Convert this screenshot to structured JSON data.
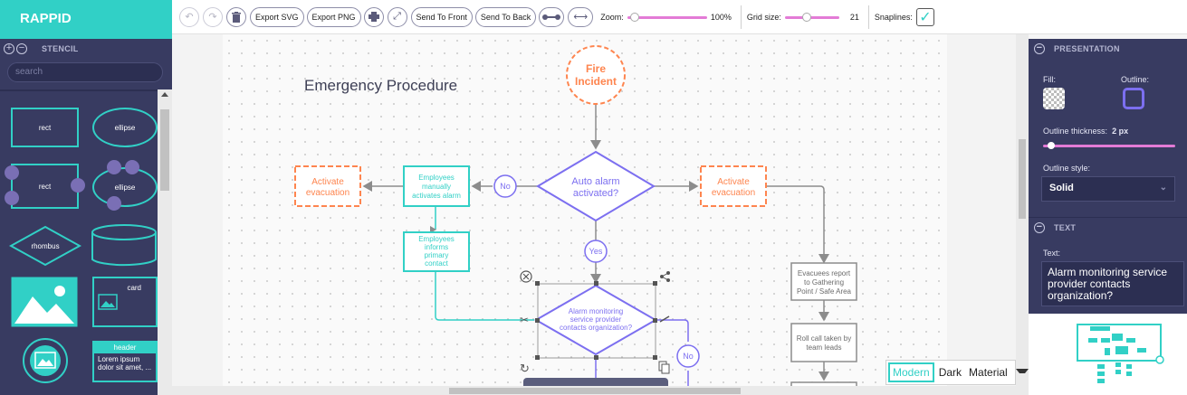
{
  "app": {
    "title": "RAPPID"
  },
  "stencil": {
    "title": "STENCIL",
    "search_placeholder": "search",
    "shapes": {
      "rect": "rect",
      "ellipse": "ellipse",
      "rect2": "rect",
      "ellipse2": "ellipse",
      "rhombus": "rhombus",
      "card": "card",
      "header": "header",
      "header_body": "Lorem ipsum dolor sit amet, ..."
    }
  },
  "toolbar": {
    "export_svg": "Export SVG",
    "export_png": "Export PNG",
    "send_front": "Send To Front",
    "send_back": "Send To Back",
    "zoom_label": "Zoom:",
    "zoom_value": "100%",
    "zoom_level": 0.04,
    "grid_label": "Grid size:",
    "grid_value": "21",
    "grid_level": 0.38,
    "snaplines_label": "Snaplines:",
    "snaplines_checked": true
  },
  "diagram": {
    "title": "Emergency Procedure",
    "fire": [
      "Fire",
      "Incident"
    ],
    "auto_alarm": [
      "Auto alarm",
      "activated?"
    ],
    "activate_left": [
      "Activate",
      "evacuation"
    ],
    "activate_right": [
      "Activate",
      "evacuation"
    ],
    "employees_manual": [
      "Employees",
      "manually",
      "activates alarm"
    ],
    "employees_inform": [
      "Employees",
      "informs",
      "primary",
      "contact"
    ],
    "alarm_monitoring": [
      "Alarm monitoring",
      "service provider",
      "contacts organization?"
    ],
    "evacuees": [
      "Evacuees report",
      "to Gathering",
      "Point / Safe Area"
    ],
    "roll_call": [
      "Roll call taken by",
      "team leads"
    ],
    "no1": "No",
    "yes1": "Yes",
    "no2": "No"
  },
  "theme": {
    "options": [
      "Modern",
      "Dark",
      "Material"
    ],
    "selected": "Modern"
  },
  "inspector": {
    "presentation_title": "PRESENTATION",
    "fill_label": "Fill:",
    "outline_label": "Outline:",
    "outline_thickness_label": "Outline thickness:",
    "outline_thickness_value": "2 px",
    "outline_thickness_level": 0.04,
    "outline_style_label": "Outline style:",
    "outline_style_value": "Solid",
    "text_title": "TEXT",
    "text_label": "Text:",
    "text_value": "Alarm monitoring service provider contacts organization?"
  },
  "colors": {
    "teal": "#31d0c6",
    "purple": "#7c6ff0",
    "orange": "#fe854f",
    "panel": "#383b61",
    "pink": "#e37bd6"
  }
}
